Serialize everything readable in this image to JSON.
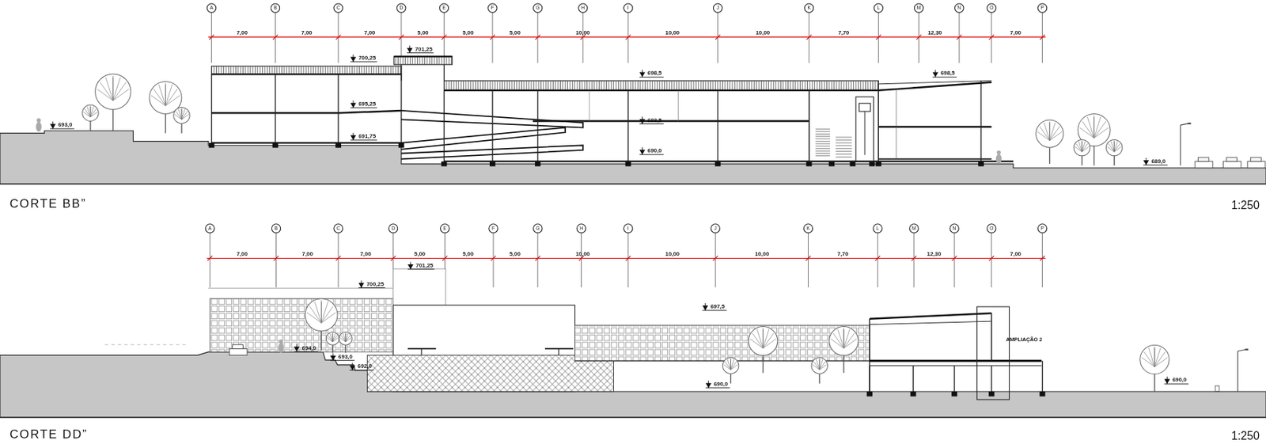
{
  "diagram": {
    "nodes": [
      {
        "text": [
          "A"
        ]
      },
      {
        "text": [
          "B"
        ]
      },
      {
        "text": [
          "C"
        ]
      },
      {
        "text": [
          "D"
        ]
      },
      {
        "text": [
          "E"
        ]
      },
      {
        "text": [
          "F"
        ]
      },
      {
        "text": [
          "G"
        ]
      },
      {
        "text": [
          "H"
        ]
      },
      {
        "text": [
          "I"
        ]
      },
      {
        "text": [
          "J"
        ]
      },
      {
        "text": [
          "K"
        ]
      },
      {
        "text": [
          "L"
        ]
      },
      {
        "text": [
          "M"
        ]
      },
      {
        "text": [
          "N"
        ]
      },
      {
        "text": [
          "O"
        ]
      },
      {
        "text": [
          "P"
        ]
      },
      {
        "text": [
          "A"
        ]
      },
      {
        "text": [
          "B"
        ]
      },
      {
        "text": [
          "C"
        ]
      },
      {
        "text": [
          "D"
        ]
      },
      {
        "text": [
          "E"
        ]
      },
      {
        "text": [
          "F"
        ]
      },
      {
        "text": [
          "G"
        ]
      },
      {
        "text": [
          "H"
        ]
      },
      {
        "text": [
          "I"
        ]
      },
      {
        "text": [
          "J"
        ]
      },
      {
        "text": [
          "K"
        ]
      },
      {
        "text": [
          "L"
        ]
      },
      {
        "text": [
          "M"
        ]
      },
      {
        "text": [
          "N"
        ]
      },
      {
        "text": [
          "O"
        ]
      },
      {
        "text": [
          "P"
        ]
      }
    ],
    "labels": [
      "7,00",
      "7,00",
      "7,00",
      "5,00",
      "5,00",
      "5,00",
      "10,00",
      "10,00",
      "10,00",
      "7,70",
      "12,30",
      "7,00",
      "700,25",
      "701,25",
      "695,25",
      "691,75",
      "698,5",
      "693,5",
      "690,0",
      "698,5",
      "693,0",
      "689,0",
      "CORTE BB”",
      "1:250",
      "7,00",
      "7,00",
      "7,00",
      "5,00",
      "5,00",
      "5,00",
      "10,00",
      "10,00",
      "10,00",
      "7,70",
      "12,30",
      "7,00",
      "700,25",
      "701,25",
      "697,5",
      "694,0",
      "693,0",
      "692,0",
      "690,0",
      "AMPLIAÇÃO 2",
      "690,0",
      "CORTE DD”",
      "1:250"
    ]
  }
}
